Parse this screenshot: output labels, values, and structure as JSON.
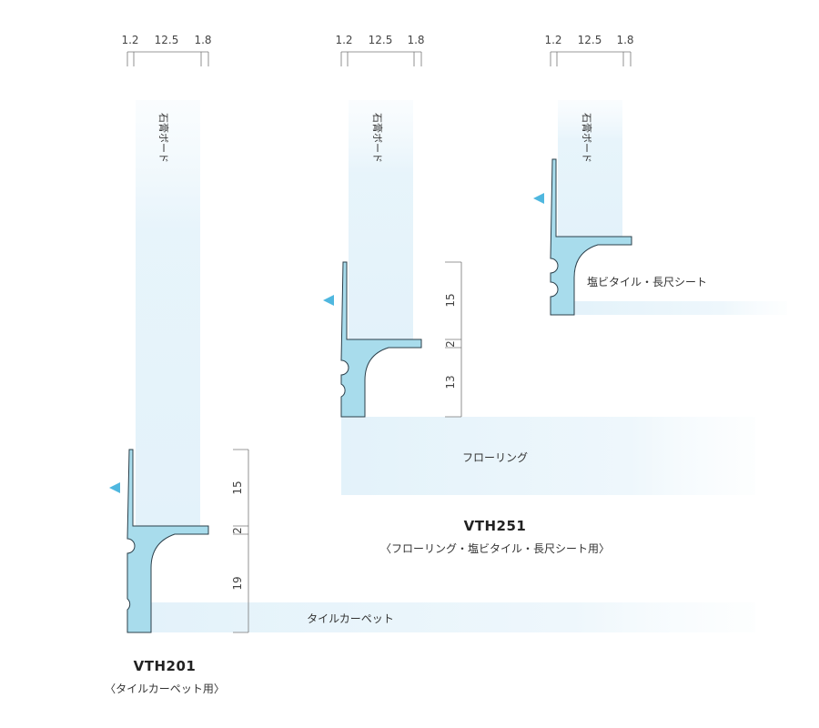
{
  "top_dims": [
    "1.2",
    "12.5",
    "1.8"
  ],
  "board_label": "石膏ボード",
  "products": [
    {
      "model": "VTH201",
      "use": "〈タイルカーペット用〉",
      "floor_label": "タイルカーペット",
      "right_dims": [
        "15",
        "2",
        "19"
      ]
    },
    {
      "model": "VTH251",
      "use": "〈フローリング・塩ビタイル・長尺シート用〉",
      "floor_label": "フローリング",
      "right_dims": [
        "15",
        "2",
        "13"
      ]
    },
    {
      "model": "",
      "use": "",
      "floor_label": "塩ビタイル・長尺シート",
      "right_dims": []
    }
  ],
  "colors": {
    "profile_fill": "#a8dcec",
    "arrow": "#4fb7df",
    "panel": "#e6f3fa"
  }
}
